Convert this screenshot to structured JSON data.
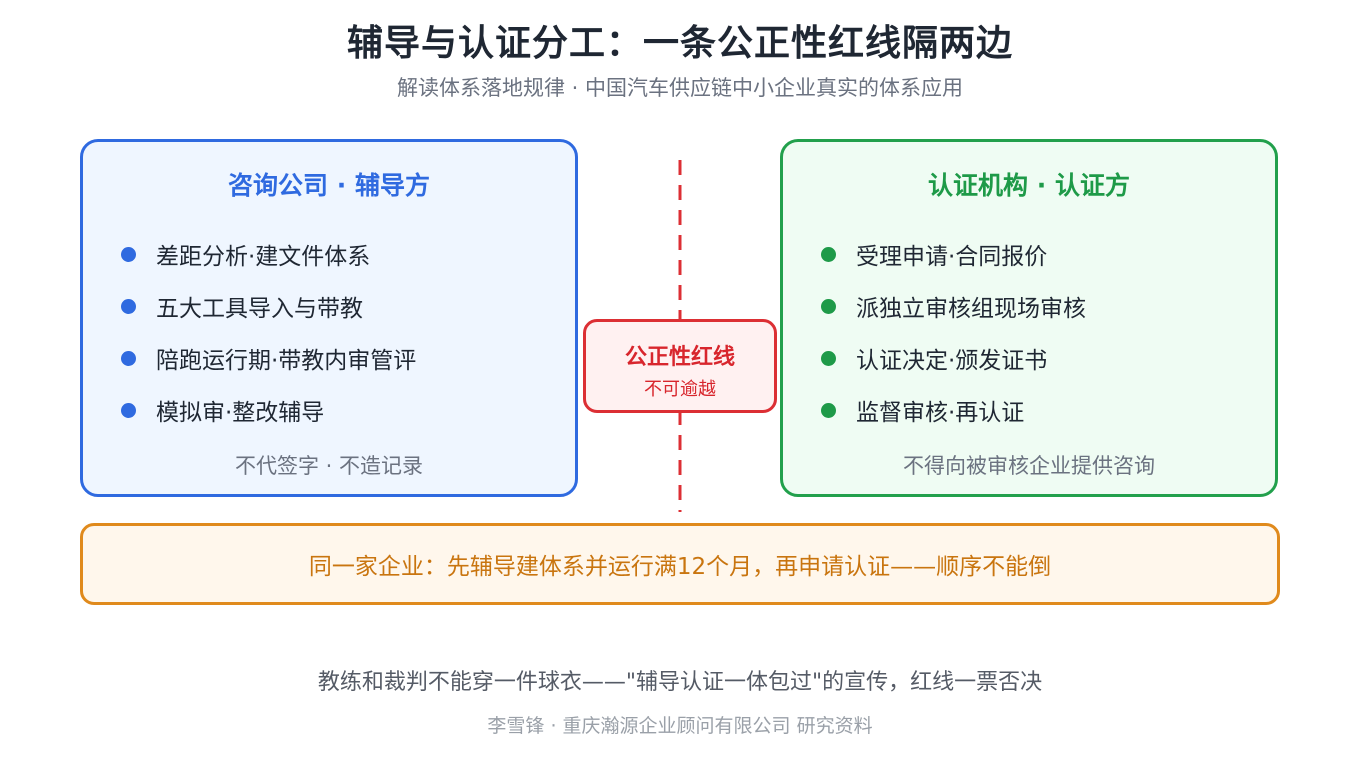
{
  "header": {
    "title": "辅导与认证分工：一条公正性红线隔两边",
    "subtitle": "解读体系落地规律 · 中国汽车供应链中小企业真实的体系应用"
  },
  "left_panel": {
    "title": "咨询公司 · 辅导方",
    "items": [
      {
        "label": "差距分析·建文件体系"
      },
      {
        "label": "五大工具导入与带教"
      },
      {
        "label": "陪跑运行期·带教内审管评"
      },
      {
        "label": "模拟审·整改辅导"
      }
    ],
    "note": "不代签字 · 不造记录"
  },
  "right_panel": {
    "title": "认证机构 · 认证方",
    "items": [
      {
        "label": "受理申请·合同报价"
      },
      {
        "label": "派独立审核组现场审核"
      },
      {
        "label": "认证决定·颁发证书"
      },
      {
        "label": "监督审核·再认证"
      }
    ],
    "note": "不得向被审核企业提供咨询"
  },
  "red_line": {
    "title": "公正性红线",
    "subtitle": "不可逾越"
  },
  "banner": {
    "text": "同一家企业：先辅导建体系并运行满12个月，再申请认证——顺序不能倒"
  },
  "footer": {
    "main": "教练和裁判不能穿一件球衣——\"辅导认证一体包过\"的宣传，红线一票否决",
    "credit": "李雪锋 · 重庆瀚源企业顾问有限公司 研究资料"
  },
  "colors": {
    "consultant": "#2f6ae0",
    "certifier": "#1e9a48",
    "red_line": "#dc2f34",
    "banner": "#e08a1c"
  }
}
